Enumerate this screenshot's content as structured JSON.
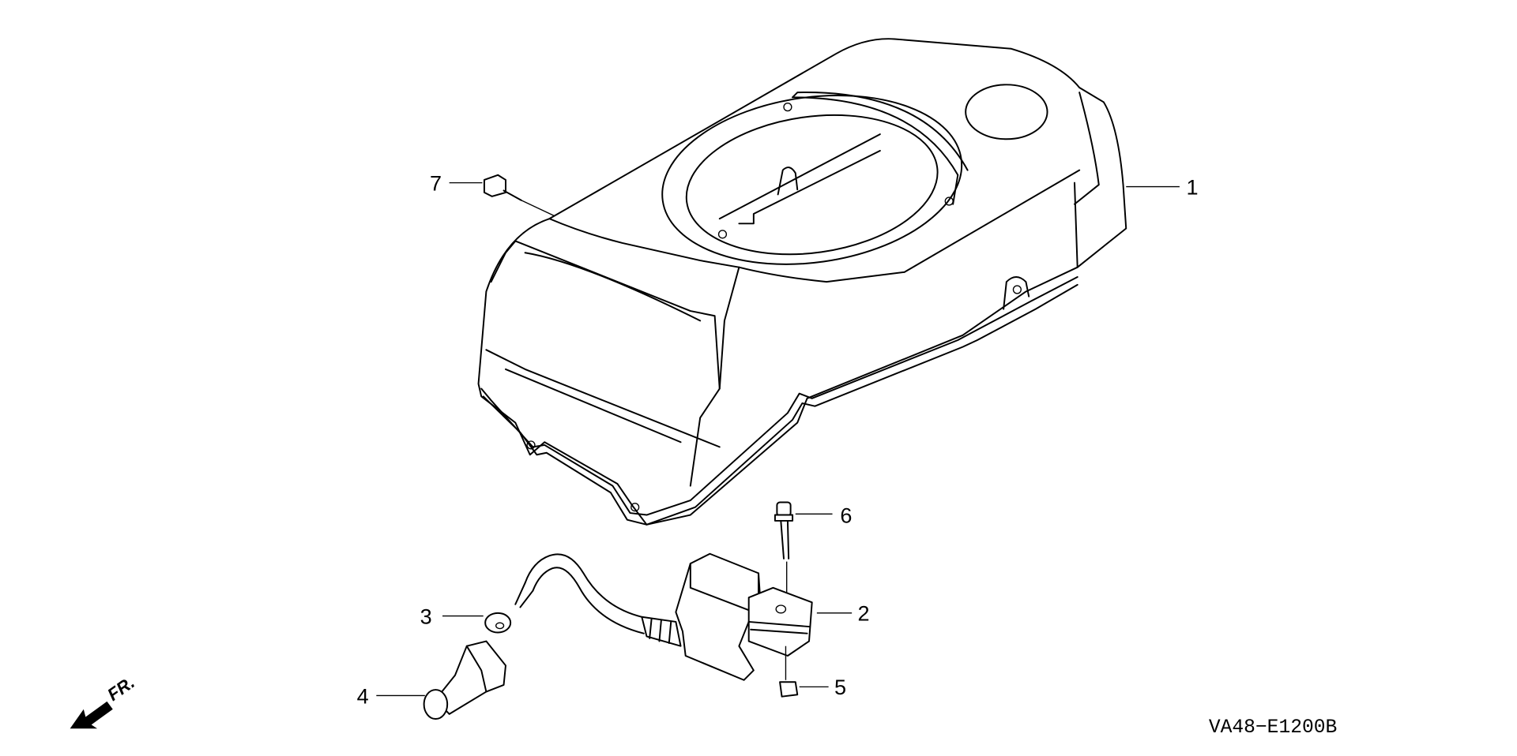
{
  "diagram": {
    "code": "VA48−E1200B",
    "direction_label": "FR.",
    "callouts": [
      {
        "number": "1",
        "part": "shroud"
      },
      {
        "number": "2",
        "part": "ignition-coil"
      },
      {
        "number": "3",
        "part": "grommet"
      },
      {
        "number": "4",
        "part": "spark-plug-cap"
      },
      {
        "number": "5",
        "part": "nut"
      },
      {
        "number": "6",
        "part": "bolt"
      },
      {
        "number": "7",
        "part": "screw"
      }
    ]
  }
}
